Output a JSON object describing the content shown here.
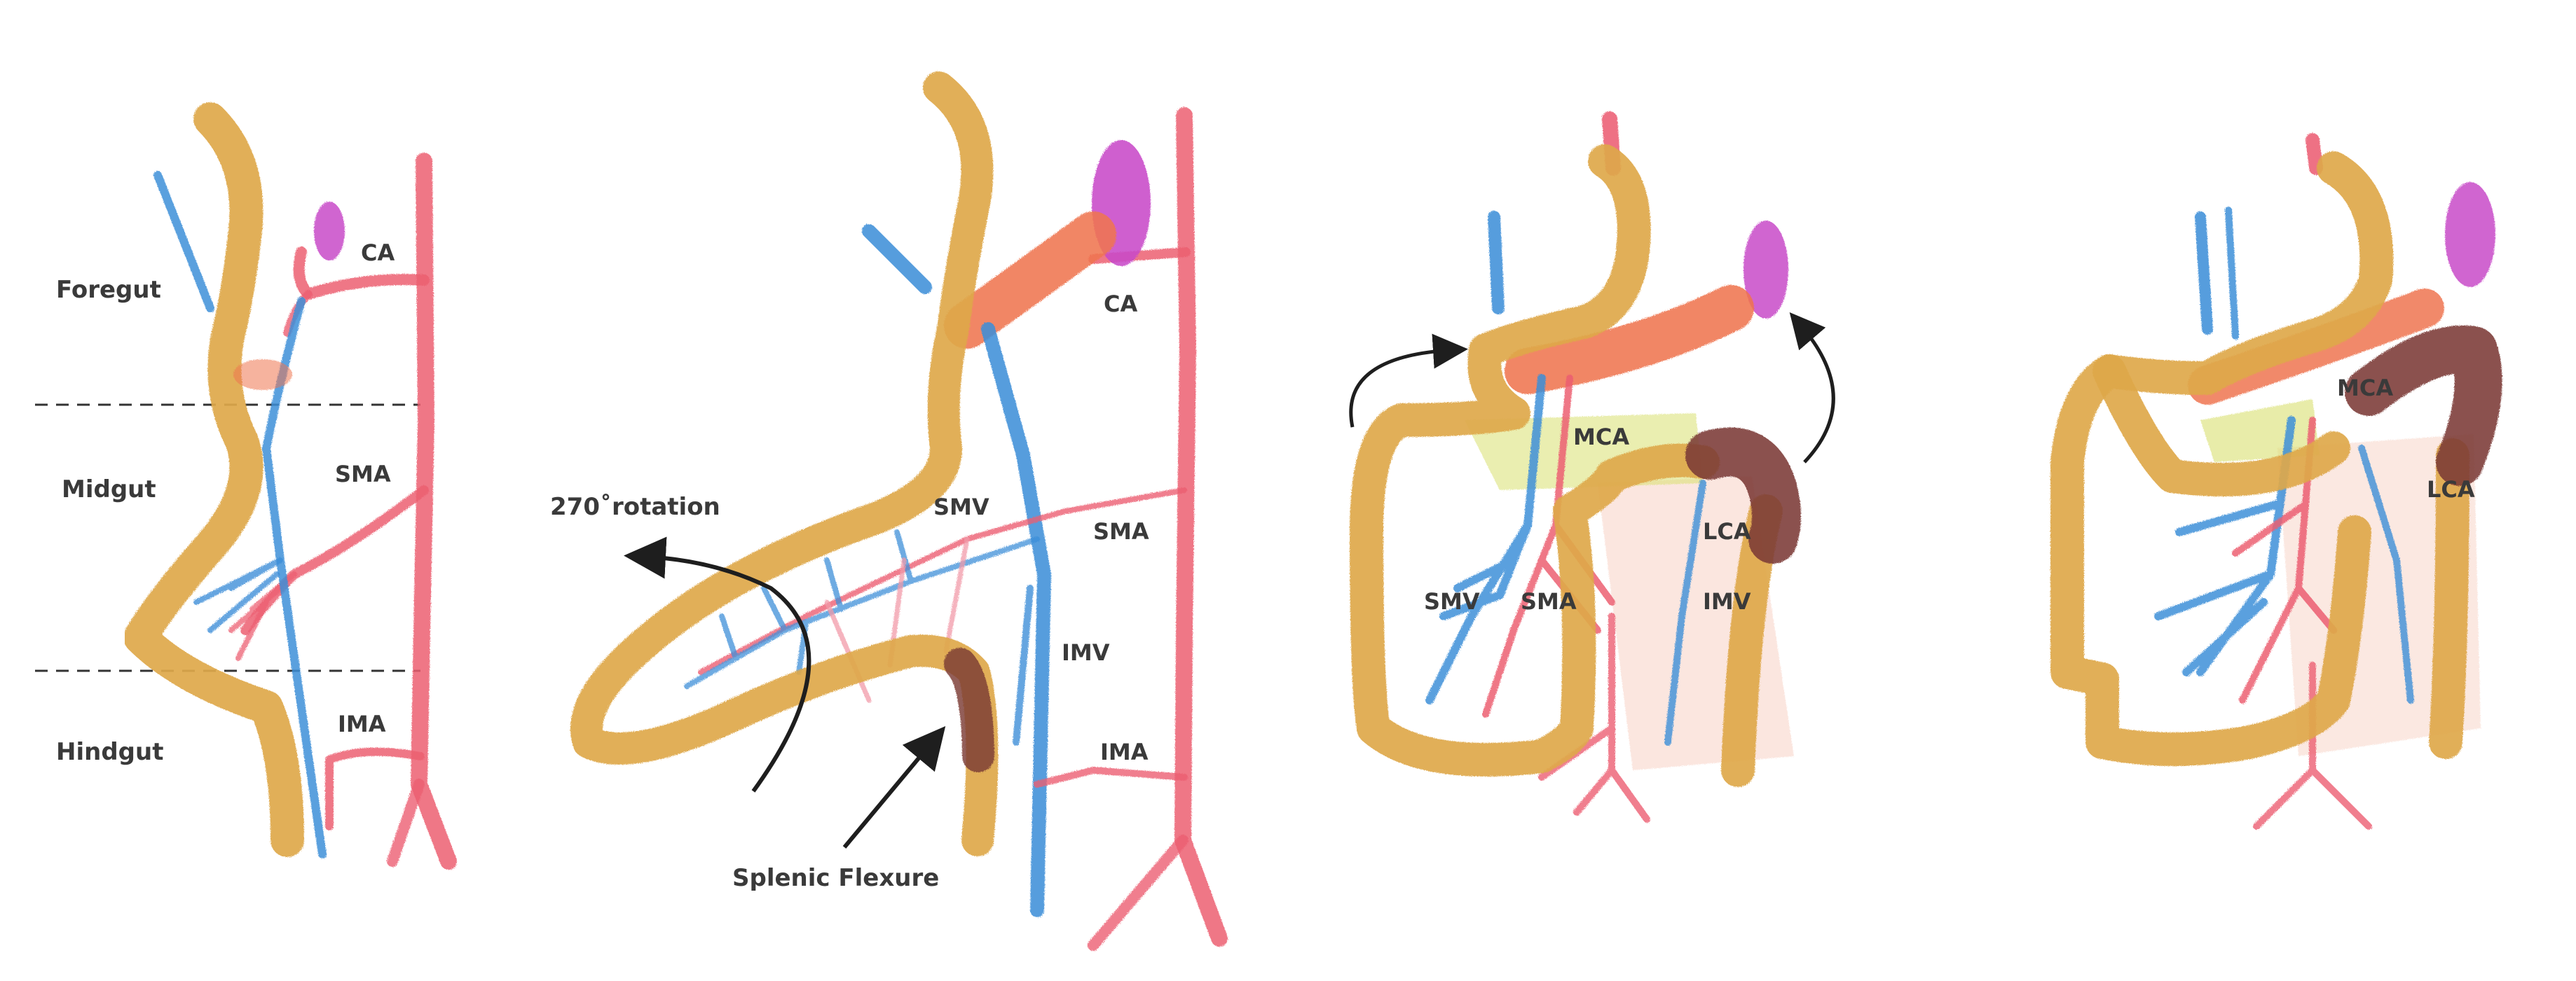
{
  "colors": {
    "gut": "#dea84a",
    "gut_light": "#e9bb64",
    "artery": "#ec5f72",
    "vein": "#3d8fd8",
    "spleen": "#c84ac8",
    "pancreas": "#ef7550",
    "dark_segment": "#7b3a35",
    "mesentery_green": "#d8e070",
    "mesentery_pink": "#f7d2c4",
    "arrow": "#1e1e1e",
    "divider": "#333333",
    "label": "#3a3a3a"
  },
  "panel1": {
    "regions": {
      "foregut": "Foregut",
      "midgut": "Midgut",
      "hindgut": "Hindgut"
    },
    "labels": {
      "ca": "CA",
      "sma": "SMA",
      "ima": "IMA"
    }
  },
  "panel2": {
    "rotation": "270˚rotation",
    "splenic_flexure": "Splenic Flexure",
    "labels": {
      "ca": "CA",
      "smv": "SMV",
      "sma": "SMA",
      "imv": "IMV",
      "ima": "IMA"
    }
  },
  "panel3": {
    "labels": {
      "mca": "MCA",
      "lca": "LCA",
      "smv": "SMV",
      "sma": "SMA",
      "imv": "IMV"
    }
  },
  "panel4": {
    "labels": {
      "mca": "MCA",
      "lca": "LCA"
    }
  },
  "icons": [
    "curved-arrow-icon",
    "straight-arrow-icon"
  ]
}
